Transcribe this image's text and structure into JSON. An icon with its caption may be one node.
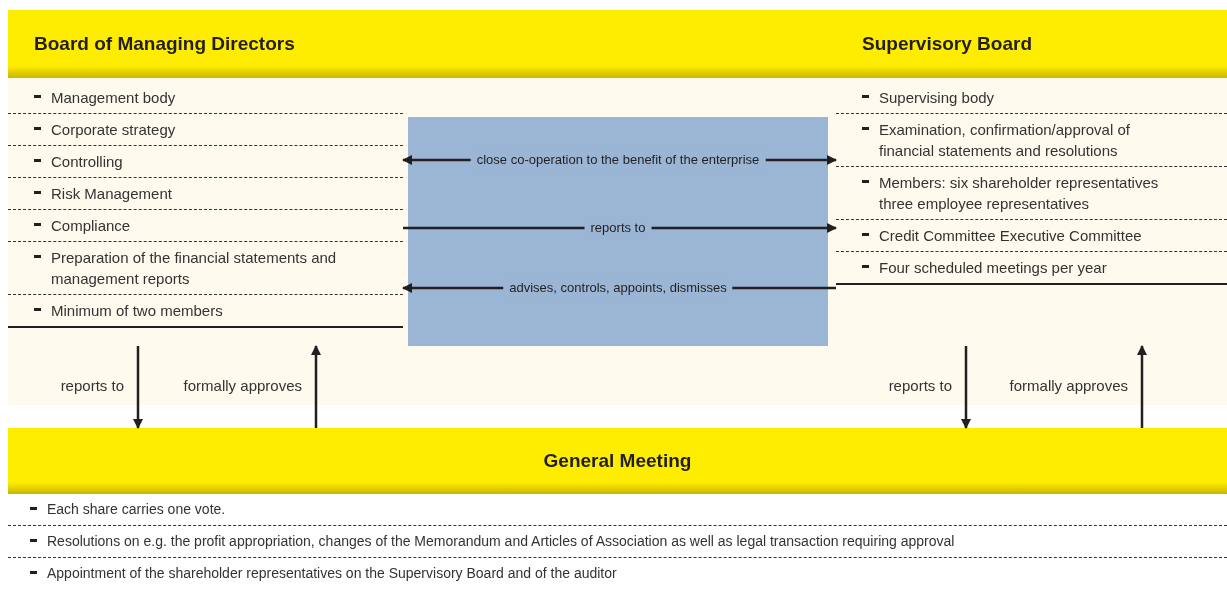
{
  "diagram": {
    "nodes": [
      {
        "text": [
          "Board of Managing Directors",
          "Management body",
          "Corporate strategy",
          "Controlling",
          "Risk Management",
          "Compliance",
          "Preparation of the financial statements and management reports",
          "Minimum of two members"
        ]
      },
      {
        "text": [
          "Supervisory Board",
          "Supervising body",
          "Examination, confirmation/approval of financial statements and resolutions",
          "Members: six shareholder representatives three employee representatives",
          "Credit Committee Executive Committee",
          "Four scheduled meetings per year"
        ]
      },
      {
        "text": [
          "General Meeting",
          "Each share carries one vote.",
          "Resolutions on e.g. the profit appropriation, changes of the Memorandum and Articles of Association as well as legal transaction requiring approval",
          "Appointment of the shareholder representatives on the Supervisory Board and of the auditor"
        ]
      }
    ],
    "edges": [
      {
        "from": 0,
        "to": 1,
        "arrow": "both",
        "label": "close co-operation to the benefit of the enterprise"
      },
      {
        "from": 0,
        "to": 1,
        "arrow": "to",
        "label": "reports to"
      },
      {
        "from": 1,
        "to": 0,
        "arrow": "to",
        "label": "advises, controls, appoints, dismisses"
      },
      {
        "from": 0,
        "to": 2,
        "arrow": "to",
        "label": "reports to"
      },
      {
        "from": 2,
        "to": 0,
        "arrow": "to",
        "label": "formally approves"
      },
      {
        "from": 1,
        "to": 2,
        "arrow": "to",
        "label": "reports to"
      },
      {
        "from": 2,
        "to": 1,
        "arrow": "to",
        "label": "formally approves"
      }
    ]
  }
}
